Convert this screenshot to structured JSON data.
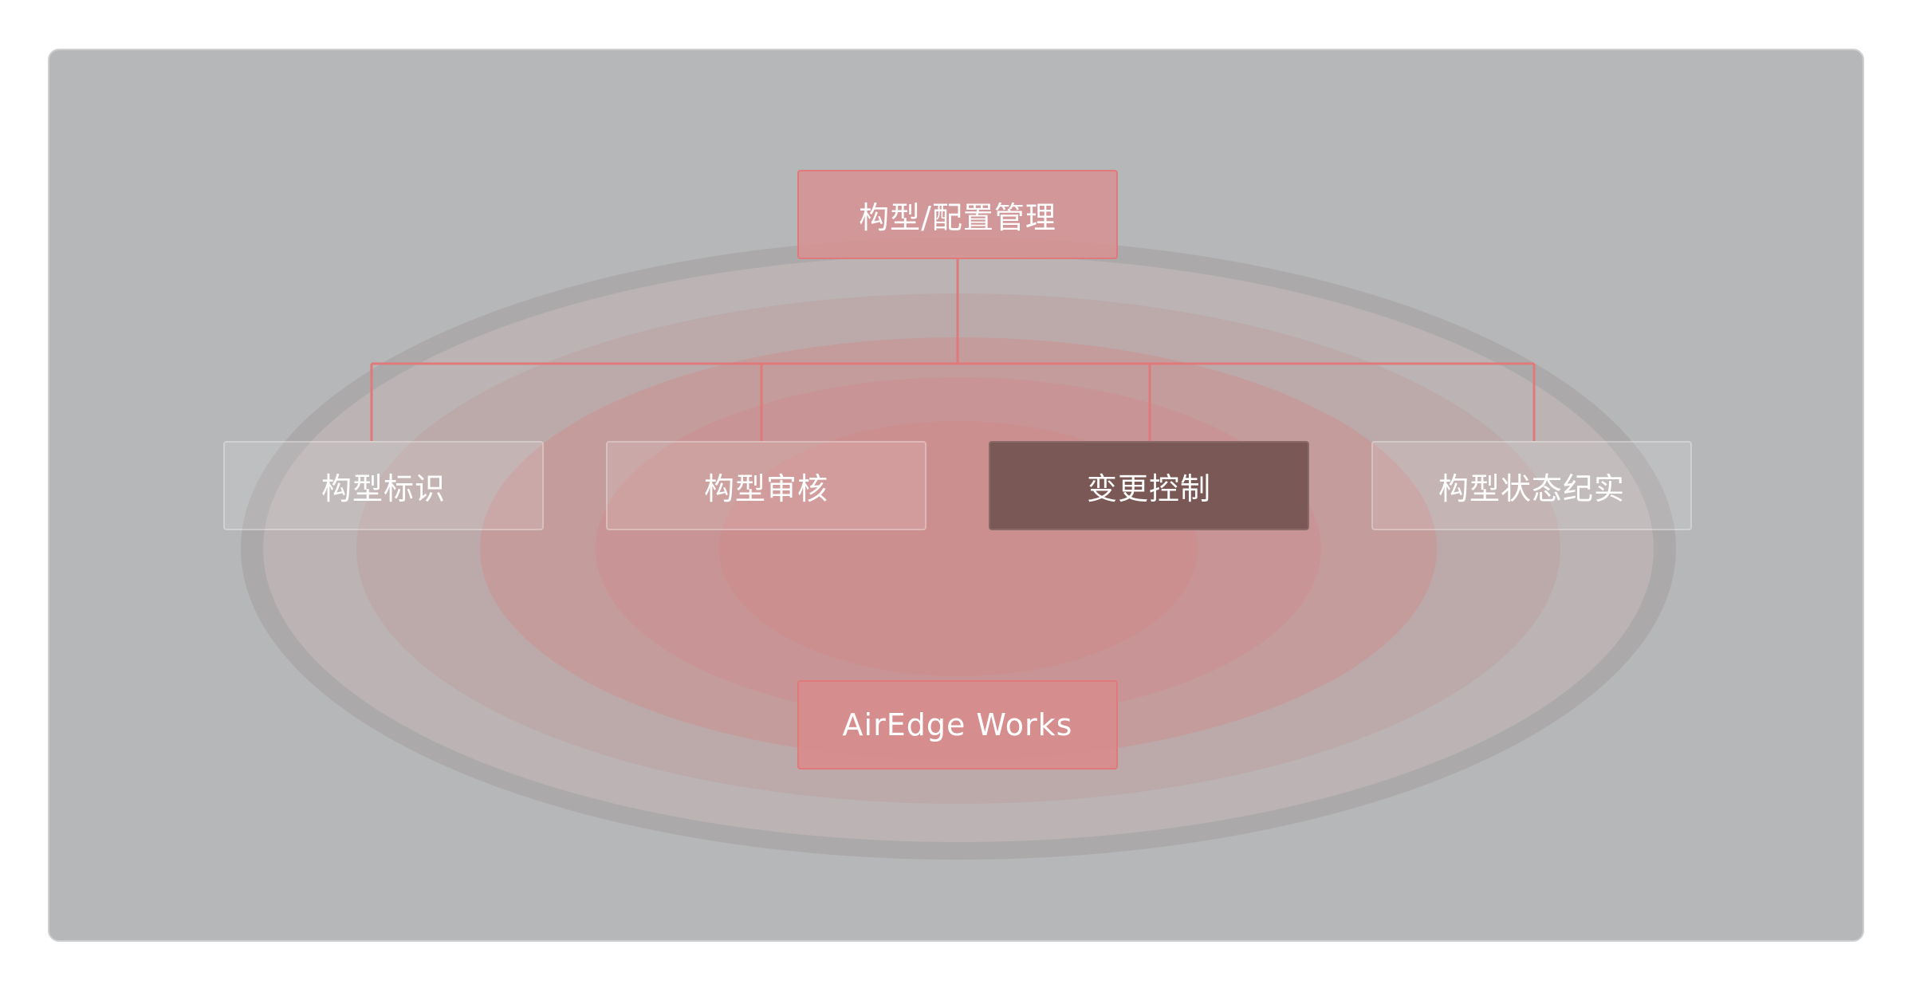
{
  "diagram": {
    "root": {
      "label": "构型/配置管理"
    },
    "children": [
      {
        "label": "构型标识",
        "active": false
      },
      {
        "label": "构型审核",
        "active": false
      },
      {
        "label": "变更控制",
        "active": true
      },
      {
        "label": "构型状态纪实",
        "active": false
      }
    ],
    "base": {
      "label": "AirEdge Works"
    }
  },
  "colors": {
    "panel_background": "#b6b7b8",
    "connector": "#e07a7a",
    "active_node": "#7a5856",
    "node_text": "#ffffff"
  }
}
